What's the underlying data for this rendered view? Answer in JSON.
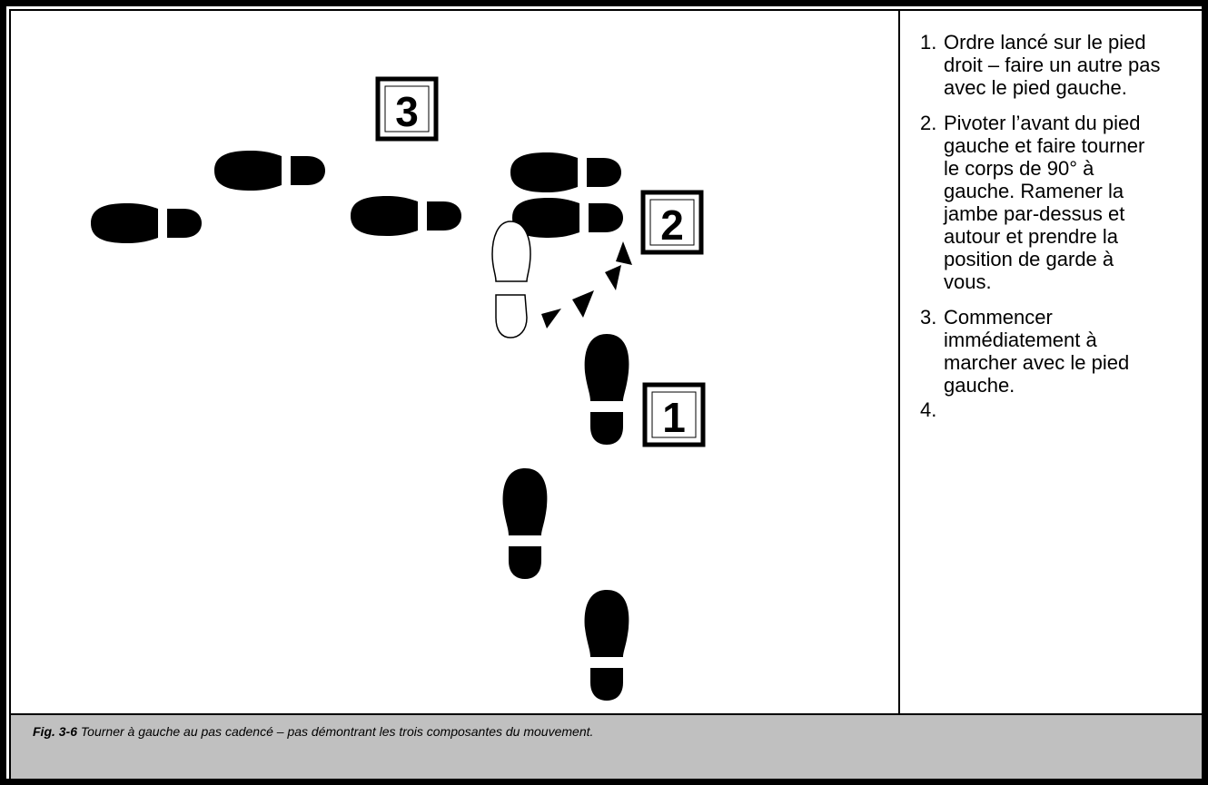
{
  "diagram": {
    "step_markers": [
      "3",
      "2",
      "1"
    ]
  },
  "steps": [
    {
      "num": "1.",
      "text": "Ordre lancé sur le pied droit – faire un autre pas avec le pied gauche."
    },
    {
      "num": "2.",
      "text": "Pivoter l’avant du pied gauche et faire tourner le corps de 90° à gauche. Ramener la jambe par-dessus et autour et prendre la position de garde à vous."
    },
    {
      "num": "3.",
      "text": "Commencer immédiatement à marcher avec le pied gauche."
    },
    {
      "num": "4.",
      "text": ""
    }
  ],
  "caption": {
    "label": "Fig. 3-6",
    "text": " Tourner à gauche au pas cadencé – pas démontrant les trois composantes du mouvement."
  },
  "colors": {
    "footprint": "#000000",
    "caption_background": "#c0c0c0",
    "border": "#000000"
  }
}
